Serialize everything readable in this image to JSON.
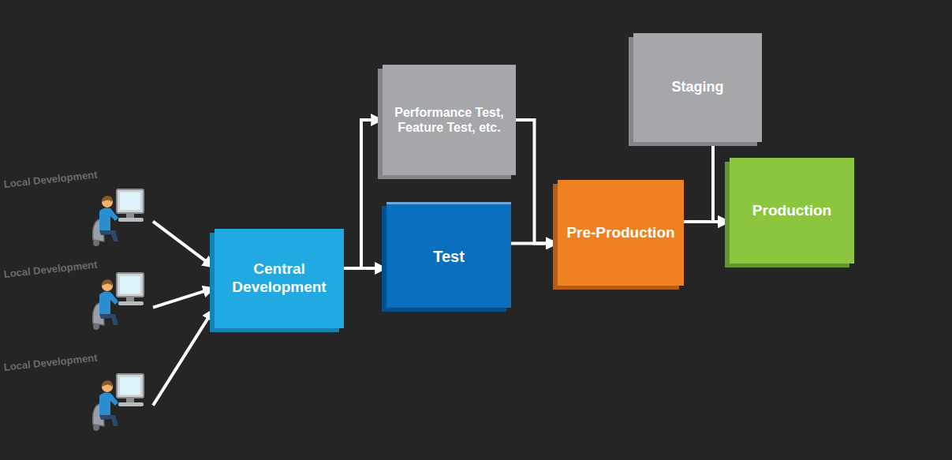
{
  "diagram": {
    "nodes": [
      {
        "text": [
          "Local Development"
        ]
      },
      {
        "text": [
          "Local Development"
        ]
      },
      {
        "text": [
          "Local Development"
        ]
      },
      {
        "text": [
          "Central Development"
        ]
      },
      {
        "text": [
          "Performance Test, Feature Test, etc."
        ]
      },
      {
        "text": [
          "Test"
        ]
      },
      {
        "text": [
          "Pre-Production"
        ]
      },
      {
        "text": [
          "Staging"
        ]
      },
      {
        "text": [
          "Production"
        ]
      }
    ],
    "edges": [
      {
        "from": 0,
        "to": 3,
        "arrow": "to"
      },
      {
        "from": 1,
        "to": 3,
        "arrow": "to"
      },
      {
        "from": 2,
        "to": 3,
        "arrow": "to"
      },
      {
        "from": 3,
        "to": 5,
        "arrow": "to"
      },
      {
        "from": 3,
        "to": 4,
        "arrow": "to"
      },
      {
        "from": 4,
        "to": 6,
        "arrow": "to"
      },
      {
        "from": 5,
        "to": 6,
        "arrow": "to"
      },
      {
        "from": 6,
        "to": 8,
        "arrow": "to"
      },
      {
        "from": 7,
        "to": 8,
        "arrow": "to"
      }
    ]
  }
}
